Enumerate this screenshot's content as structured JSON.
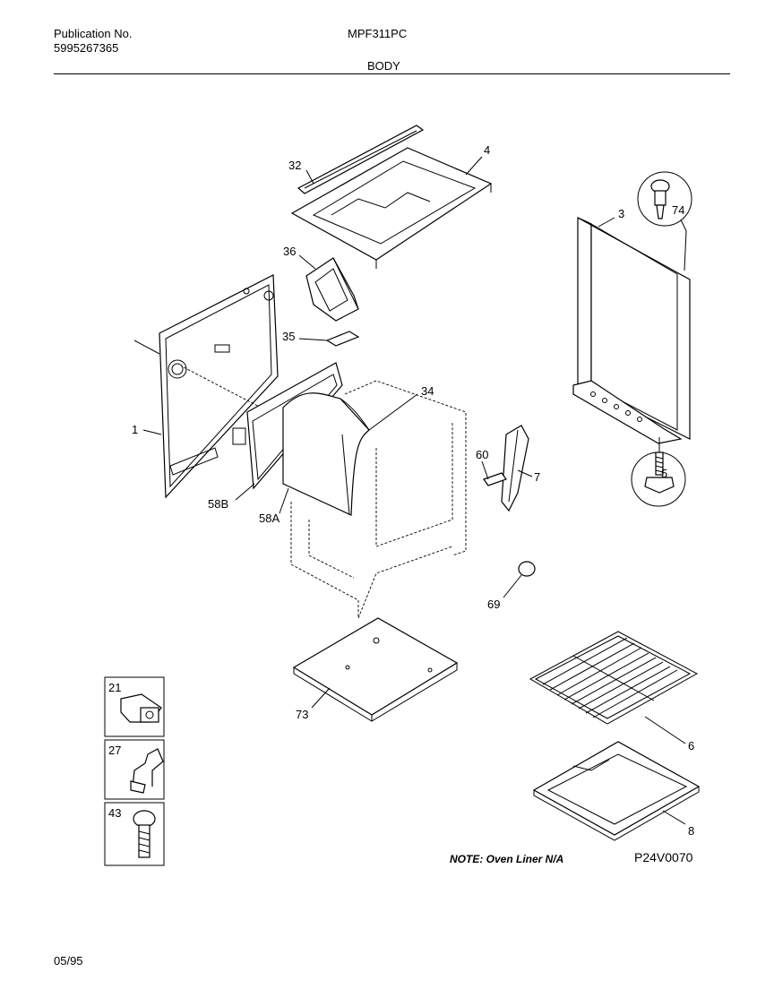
{
  "header": {
    "publication_label": "Publication No.",
    "publication_number": "5995267365",
    "model": "MPF311PC",
    "section": "BODY"
  },
  "callouts": {
    "c32": "32",
    "c4": "4",
    "c74": "74",
    "c3": "3",
    "c36": "36",
    "c35": "35",
    "c34": "34",
    "c1": "1",
    "c60": "60",
    "c7": "7",
    "c5": "5",
    "c58B": "58B",
    "c58A": "58A",
    "c69": "69",
    "c73": "73",
    "c6": "6",
    "c8": "8",
    "box21": "21",
    "box27": "27",
    "box43": "43"
  },
  "footer": {
    "note": "NOTE: Oven Liner N/A",
    "diagram_code": "P24V0070",
    "date": "05/95"
  }
}
